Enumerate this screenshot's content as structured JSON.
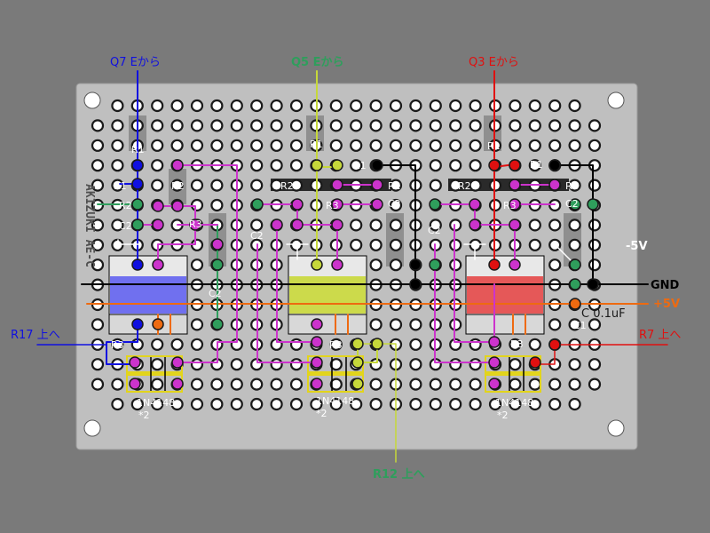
{
  "board": {
    "brand_vertical": "AKIZUKI AE-C",
    "colors": {
      "board": "#bfbfbf",
      "hole": "#ffffff",
      "hole_ring": "#1a1a1a",
      "blue": "#1010e0",
      "green": "#2f9e5c",
      "red": "#e01010",
      "yellow_green": "#c6d83a",
      "purple": "#cc33cc",
      "black": "#000000",
      "orange": "#ee6a10"
    }
  },
  "labels": {
    "q7": "Q7 Eから",
    "q5": "Q5 Eから",
    "q3": "Q3 Eから",
    "r17": "R17 上へ",
    "r12": "R12 上へ",
    "r7": "R7 上へ",
    "neg5v": "-5V",
    "gnd": "GND",
    "pos5v": "+5V",
    "cap": "C 0.1uF",
    "c1": "C1"
  },
  "channels": [
    {
      "r1": "R1",
      "r1b": "R1",
      "r2": "R2",
      "r2b": "R2",
      "r3": "R3",
      "r3b": "R3",
      "c2": "C2",
      "c2b": "C2",
      "diode": "1N4148",
      "diode_note": "*2"
    },
    {
      "r1": "R1",
      "r1b": "R1",
      "r2": "R2",
      "r2b": "R2",
      "r3": "R3",
      "r3b": "R3",
      "c2": "C2",
      "c2b": "C2",
      "diode": "1N4148",
      "diode_note": "*2"
    },
    {
      "r1": "R1",
      "r1b": "R1",
      "r2": "R2",
      "r2b": "R2",
      "r3": "R3",
      "r3b": "R3",
      "c2": "C2",
      "c2b": "C2",
      "diode": "1N4148",
      "diode_note": "*2"
    }
  ]
}
